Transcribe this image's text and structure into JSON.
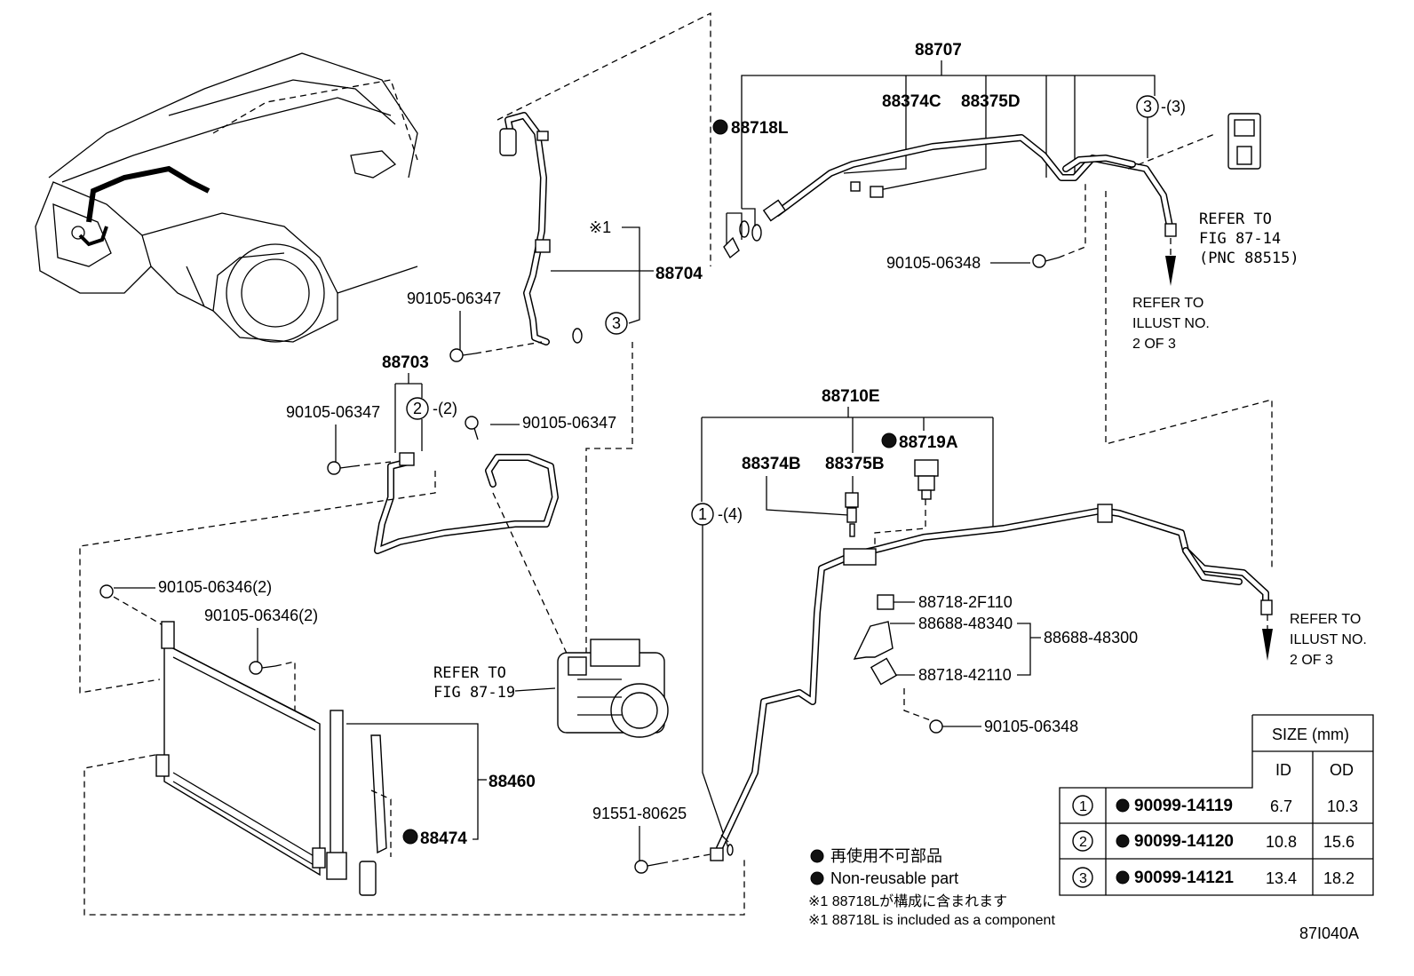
{
  "labels": {
    "p88707": "88707",
    "p88718L": "88718L",
    "p88374C": "88374C",
    "p88375D": "88375D",
    "ring3_top": "3",
    "ring3_top_qty": "-(3)",
    "refer_fig_87_14_a": "REFER TO",
    "refer_fig_87_14_b": "FIG 87-14",
    "refer_fig_87_14_c": "(PNC 88515)",
    "p90105_06348_top": "90105-06348",
    "refer_illust_top_a": "REFER TO",
    "refer_illust_top_b": "ILLUST NO.",
    "refer_illust_top_c": "2 OF 3",
    "note_ref1": "※1",
    "p88704": "88704",
    "ring3_mid": "3",
    "p90105_06347_a": "90105-06347",
    "p88703": "88703",
    "ring2": "2",
    "ring2_qty": "-(2)",
    "p90105_06347_b": "90105-06347",
    "p90105_06347_c": "90105-06347",
    "p88710E": "88710E",
    "p88719A": "88719A",
    "p88374B": "88374B",
    "p88375B": "88375B",
    "ring1": "1",
    "ring1_qty": "-(4)",
    "p90105_06346_a": "90105-06346(2)",
    "p90105_06346_b": "90105-06346(2)",
    "refer_fig_87_19_a": "REFER TO",
    "refer_fig_87_19_b": "FIG 87-19",
    "p88718_2F110": "88718-2F110",
    "p88688_48340": "88688-48340",
    "p88688_48300": "88688-48300",
    "p88718_42110": "88718-42110",
    "refer_illust_right_a": "REFER TO",
    "refer_illust_right_b": "ILLUST NO.",
    "refer_illust_right_c": "2 OF 3",
    "p90105_06348_bot": "90105-06348",
    "p88460": "88460",
    "p88474": "88474",
    "p91551_80625": "91551-80625"
  },
  "legend": {
    "line1": "再使用不可部品",
    "line2": "Non-reusable part",
    "line3": "※1 88718Lが構成に含まれます",
    "line4": "※1 88718L is included as a component"
  },
  "size_table": {
    "header": "SIZE (mm)",
    "col_id": "ID",
    "col_od": "OD",
    "rows": [
      {
        "ring": "1",
        "part": "90099-14119",
        "id": "6.7",
        "od": "10.3"
      },
      {
        "ring": "2",
        "part": "90099-14120",
        "id": "10.8",
        "od": "15.6"
      },
      {
        "ring": "3",
        "part": "90099-14121",
        "id": "13.4",
        "od": "18.2"
      }
    ]
  },
  "figure_id": "87I040A"
}
